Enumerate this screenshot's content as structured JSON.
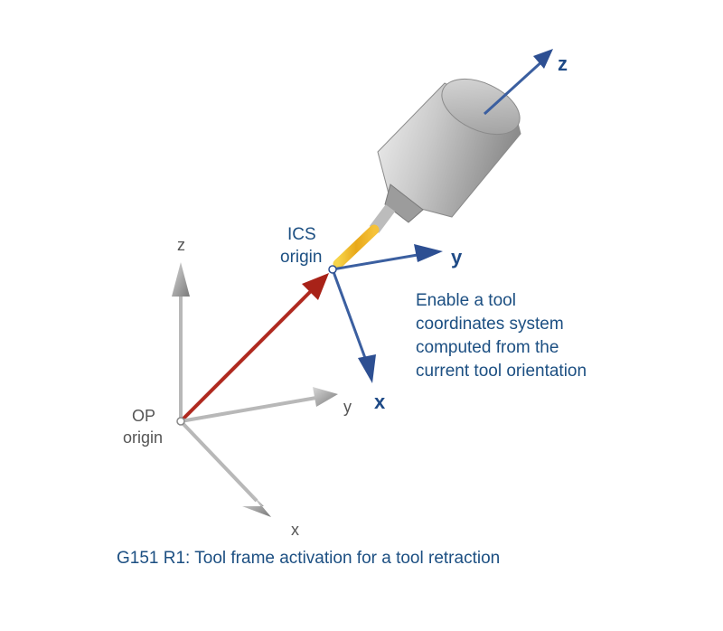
{
  "op_frame": {
    "z": "z",
    "y": "y",
    "x": "x",
    "origin_label_line1": "OP",
    "origin_label_line2": "origin"
  },
  "ics_frame": {
    "origin_label_line1": "ICS",
    "origin_label_line2": "origin",
    "y": "y",
    "x": "x"
  },
  "tool_axis": {
    "z": "z"
  },
  "note": [
    "Enable a tool",
    "coordinates system",
    "computed from the",
    "current tool orientation"
  ],
  "caption": "G151 R1: Tool frame activation for a tool retraction",
  "colors": {
    "text_blue": "#1c4f82",
    "axis_blue": "#3b5fa0",
    "offset_red": "#b02a20",
    "tool_yellow": "#e8b81c",
    "axis_gray": "#b8b8b8"
  }
}
